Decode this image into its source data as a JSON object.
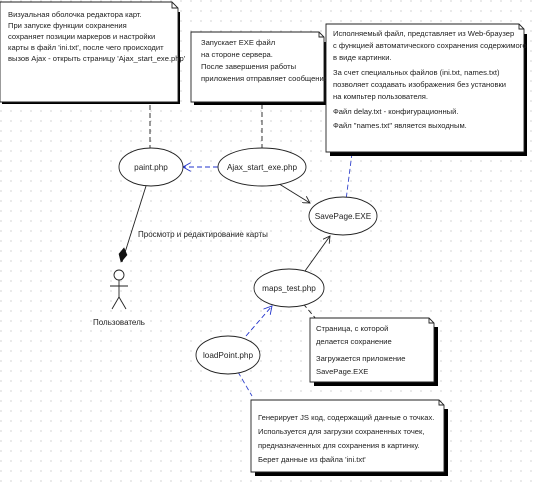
{
  "diagram": {
    "notes": {
      "editor_note": [
        "Визуальная оболочка редактора карт.",
        "  При запуске функции сохранения",
        "сохраняет позиции маркеров и настройки",
        "карты в файл 'ini.txt', после чего происходит",
        "вызов Ajax - открыть страницу 'Ajax_start_exe.php'"
      ],
      "server_note": [
        "Запускает EXE файл",
        "на стороне сервера.",
        "  После завершения работы",
        "приложения отправляет сообщение"
      ],
      "exe_note": [
        "Исполняемый файл, представляет из Web-браузер",
        "с функцией автоматического сохранения содержимого",
        "в виде картинки.",
        "  За счет специальных файлов (ini.txt, names.txt)",
        "позволяет создавать изображения без установки",
        "на компьтер пользователя.",
        "  Файл delay.txt - конфигурационный.",
        "  Файл \"names.txt\" является выходным."
      ],
      "page_note": [
        "  Страница, с которой",
        "делается сохранение",
        "  Загружается приложение",
        "SavePage.EXE"
      ],
      "loadpoint_note": [
        "Генерирует JS код, содержащий данные о точках.",
        "Используется для загрузки сохраненных точек,",
        "предназначенных для сохранения в картинку.",
        "Берет данные из файла 'ini.txt'"
      ]
    },
    "nodes": {
      "paint": "paint.php",
      "ajax_start": "Ajax_start_exe.php",
      "savepage": "SavePage.EXE",
      "maps_test": "maps_test.php",
      "load_point": "loadPoint.php"
    },
    "actor": "Пользователь",
    "edge_label": "Просмотр и редактирование карты"
  }
}
